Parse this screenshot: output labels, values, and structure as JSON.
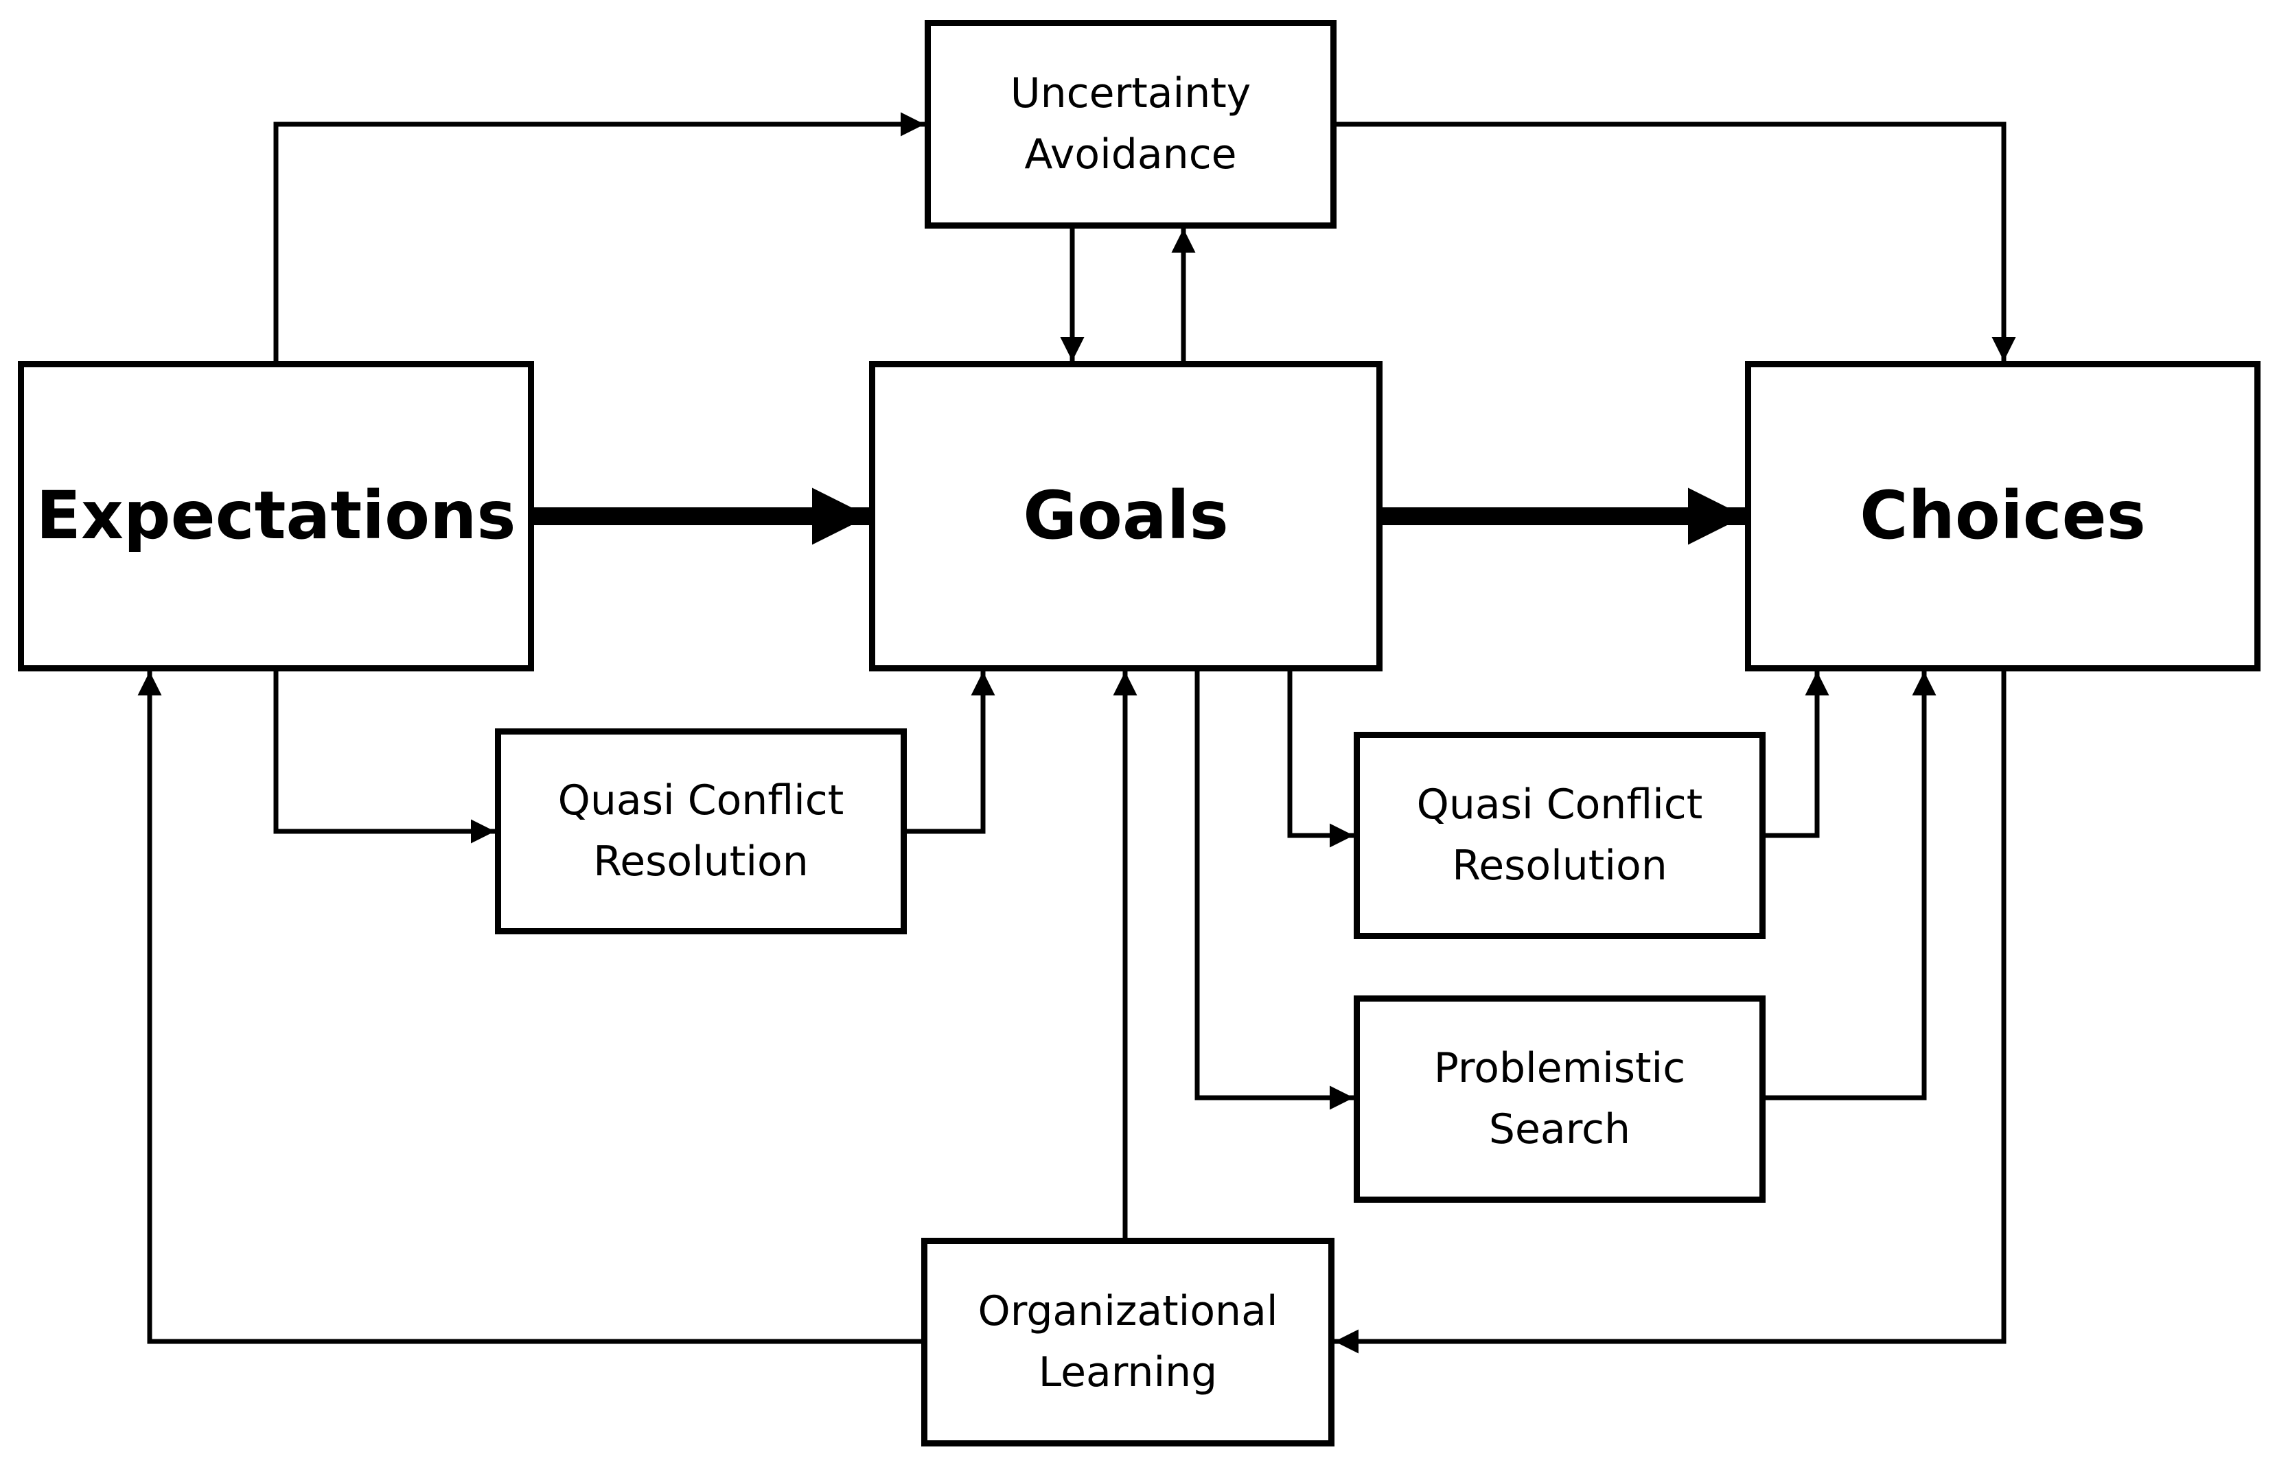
{
  "nodes": {
    "expectations": {
      "label": "Expectations"
    },
    "goals": {
      "label": "Goals"
    },
    "choices": {
      "label": "Choices"
    },
    "uncertainty_avoidance": {
      "label": "Uncertainty\nAvoidance"
    },
    "quasi_conflict_resolution_left": {
      "label": "Quasi Conflict\nResolution"
    },
    "quasi_conflict_resolution_right": {
      "label": "Quasi Conflict\nResolution"
    },
    "problemistic_search": {
      "label": "Problemistic\nSearch"
    },
    "organizational_learning": {
      "label": "Organizational\nLearning"
    }
  },
  "edges": [
    {
      "from": "expectations",
      "to": "goals",
      "weight": "thick"
    },
    {
      "from": "goals",
      "to": "choices",
      "weight": "thick"
    },
    {
      "from": "expectations",
      "to": "uncertainty_avoidance",
      "weight": "thin"
    },
    {
      "from": "uncertainty_avoidance",
      "to": "choices",
      "weight": "thin"
    },
    {
      "from": "uncertainty_avoidance",
      "to": "goals",
      "weight": "thin"
    },
    {
      "from": "goals",
      "to": "uncertainty_avoidance",
      "weight": "thin"
    },
    {
      "from": "expectations",
      "to": "quasi_conflict_resolution_left",
      "weight": "thin"
    },
    {
      "from": "quasi_conflict_resolution_left",
      "to": "goals",
      "weight": "thin"
    },
    {
      "from": "goals",
      "to": "quasi_conflict_resolution_right",
      "weight": "thin"
    },
    {
      "from": "quasi_conflict_resolution_right",
      "to": "choices",
      "weight": "thin"
    },
    {
      "from": "goals",
      "to": "problemistic_search",
      "weight": "thin"
    },
    {
      "from": "problemistic_search",
      "to": "choices",
      "weight": "thin"
    },
    {
      "from": "choices",
      "to": "organizational_learning",
      "weight": "thin"
    },
    {
      "from": "organizational_learning",
      "to": "expectations",
      "weight": "thin"
    },
    {
      "from": "organizational_learning",
      "to": "goals",
      "weight": "thin"
    }
  ]
}
